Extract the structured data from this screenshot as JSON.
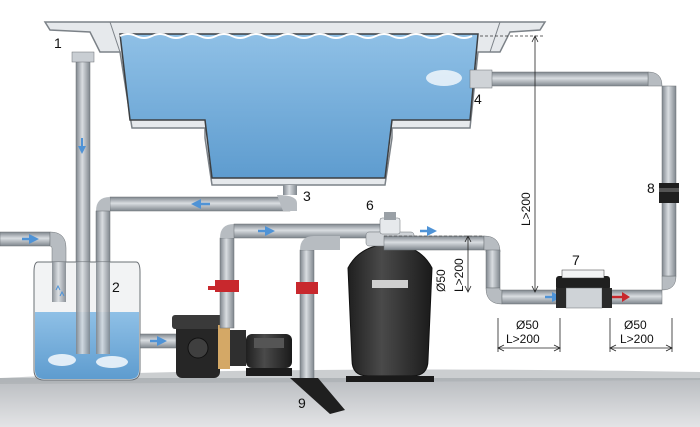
{
  "callouts": {
    "c1": "1",
    "c2": "2",
    "c3": "3",
    "c4": "4",
    "c6": "6",
    "c7": "7",
    "c8": "8",
    "c9": "9"
  },
  "dimensions": {
    "pool_height": "L>200",
    "filter_height": "L>200",
    "filter_diameter": "Ø50",
    "left_pipe_diameter": "Ø50",
    "left_pipe_length": "L>200",
    "right_pipe_diameter": "Ø50",
    "right_pipe_length": "L>200"
  },
  "colors": {
    "pipe": "#a6acb2",
    "water": "#7fb3de",
    "flow_arrow": "#4f93d6",
    "return_arrow": "#c8282d",
    "filter_body": "#2d2d2d",
    "ground": "#c7c9cc"
  },
  "icons": [
    "pool-basin-icon",
    "balance-tank-icon",
    "pump-icon",
    "sand-filter-icon",
    "salt-chlorinator-icon",
    "flow-meter-icon",
    "valve-icon"
  ]
}
